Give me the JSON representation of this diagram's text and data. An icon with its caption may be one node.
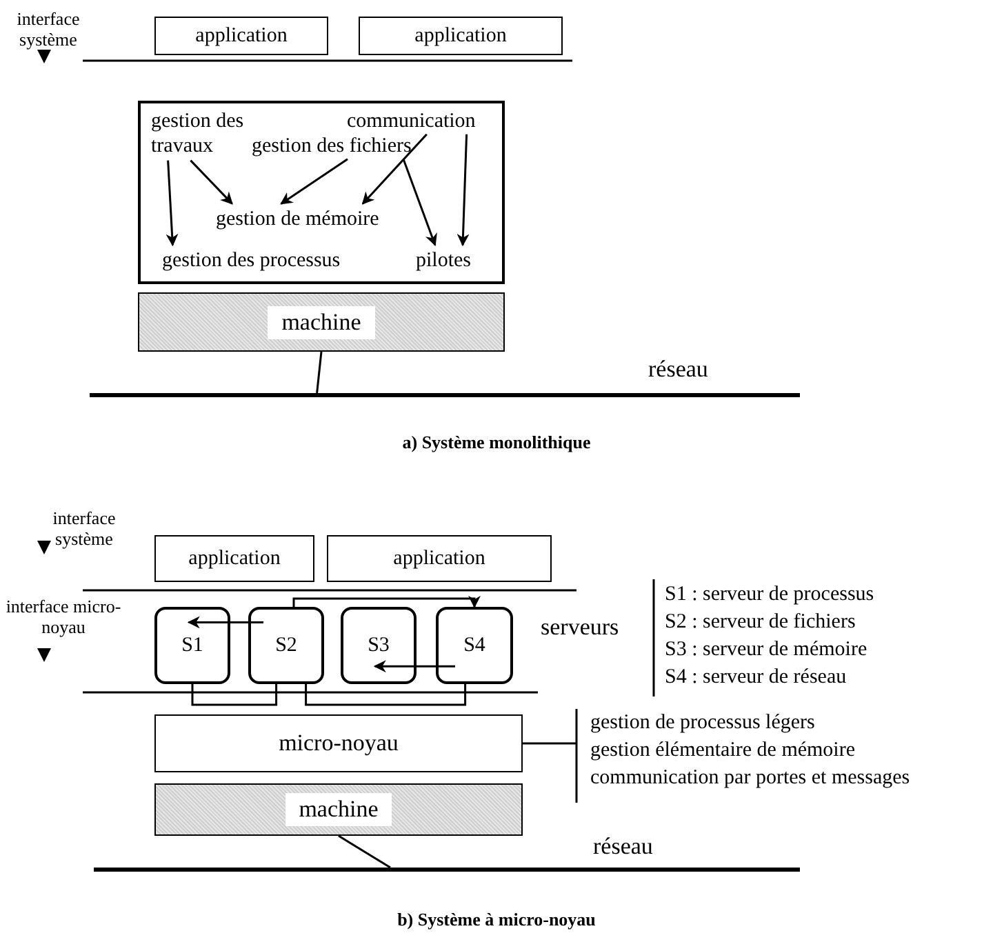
{
  "diagram": {
    "nodes": [
      {
        "text": [
          "application"
        ]
      },
      {
        "text": [
          "application"
        ]
      },
      {
        "text": [],
        "shape": "box"
      },
      {
        "text": [
          "gestion des travaux"
        ],
        "in": 2
      },
      {
        "text": [
          "gestion des fichiers"
        ],
        "in": 2
      },
      {
        "text": [
          "communication"
        ],
        "in": 2
      },
      {
        "text": [
          "gestion de mémoire"
        ],
        "in": 2
      },
      {
        "text": [
          "gestion des processus"
        ],
        "in": 2
      },
      {
        "text": [
          "pilotes"
        ],
        "in": 2
      },
      {
        "text": [
          "machine"
        ]
      },
      {
        "text": [],
        "shape": "bar",
        "beside": [
          "réseau"
        ]
      },
      {
        "text": [
          "application"
        ]
      },
      {
        "text": [
          "application"
        ]
      },
      {
        "text": [
          "S1"
        ]
      },
      {
        "text": [
          "S2"
        ]
      },
      {
        "text": [
          "S3"
        ]
      },
      {
        "text": [
          "S4"
        ]
      },
      {
        "text": [
          "micro-noyau"
        ]
      },
      {
        "text": [
          "machine"
        ]
      },
      {
        "text": [],
        "shape": "bar",
        "beside": [
          "réseau"
        ]
      }
    ],
    "edges": [
      {
        "from": 3,
        "to": 7,
        "arrow": "to"
      },
      {
        "from": 3,
        "to": 6,
        "arrow": "to"
      },
      {
        "from": 4,
        "to": 6,
        "arrow": "to"
      },
      {
        "from": 5,
        "to": 6,
        "arrow": "to"
      },
      {
        "from": 4,
        "to": 8,
        "arrow": "to"
      },
      {
        "from": 5,
        "to": 8,
        "arrow": "to"
      },
      {
        "from": 9,
        "to": 10,
        "arrow": "none"
      },
      {
        "from": 14,
        "to": 13,
        "arrow": "to"
      },
      {
        "from": 14,
        "to": 16,
        "arrow": "to"
      },
      {
        "from": 16,
        "to": 15,
        "arrow": "to"
      },
      {
        "from": 13,
        "to": 14,
        "arrow": "none"
      },
      {
        "from": 14,
        "to": 16,
        "arrow": "none"
      },
      {
        "from": 18,
        "to": 19,
        "arrow": "none"
      }
    ],
    "labels": [
      "interface système",
      "a) Système monolithique",
      "interface système",
      "interface micro-noyau",
      "serveurs",
      "S1 : serveur de processus",
      "S2 : serveur de fichiers",
      "S3 : serveur de mémoire",
      "S4 : serveur de réseau",
      "gestion de processus légers",
      "gestion élémentaire de mémoire",
      "communication par portes et messages",
      "b) Système à micro-noyau"
    ]
  }
}
